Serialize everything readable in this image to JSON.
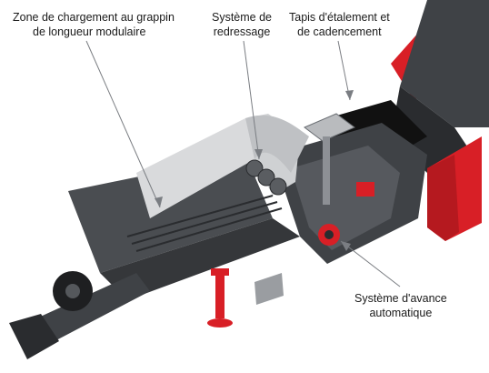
{
  "labels": {
    "loading_zone": {
      "line1": "Zone de chargement au grappin",
      "line2": "de longueur modulaire"
    },
    "straightening": {
      "line1": "Système de",
      "line2": "redressage"
    },
    "spreading_belt": {
      "line1": "Tapis d'étalement et",
      "line2": "de cadencement"
    },
    "feed_system": {
      "line1": "Système d'avance",
      "line2": "automatique"
    }
  },
  "colors": {
    "frame": "#3f4246",
    "frame_dark": "#2a2c2f",
    "frame_light": "#6a6e73",
    "panel": "#d9dadc",
    "accent_red": "#d81f26",
    "belt": "#111111"
  },
  "icons": [
    "machine-illustration"
  ]
}
